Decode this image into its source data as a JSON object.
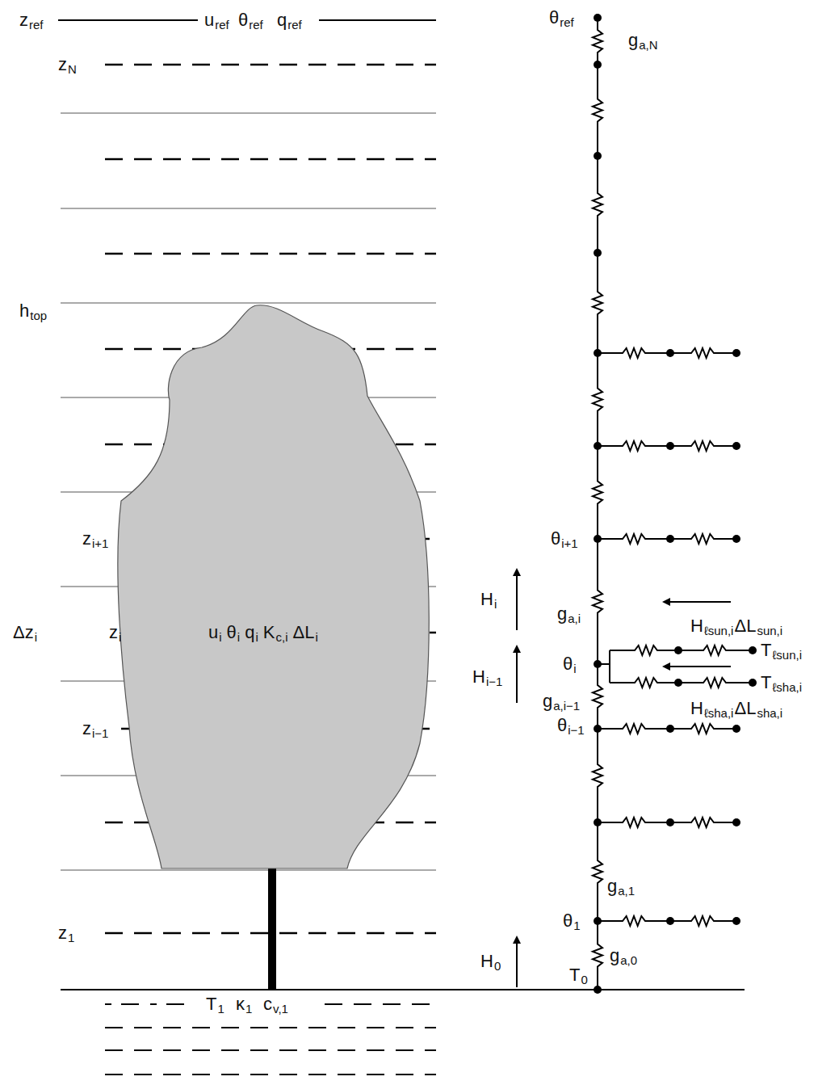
{
  "diagram": {
    "nodes": [
      {
        "text": [
          "u",
          "i",
          "θ",
          "i",
          "q",
          "i",
          "K",
          "c,i",
          "ΔL",
          "i"
        ]
      }
    ],
    "labels": [
      "z",
      "ref",
      "u",
      "ref",
      "θ",
      "ref",
      "q",
      "ref",
      "z",
      "N",
      "h",
      "top",
      "z",
      "i+1",
      "Δz",
      "i",
      "z",
      "i",
      "z",
      "i−1",
      "z",
      "1",
      "T",
      "1",
      "κ",
      "1",
      "c",
      "v,1",
      "θ",
      "ref",
      "g",
      "a,N",
      "θ",
      "i+1",
      "H",
      "i",
      "g",
      "a,i",
      "θ",
      "i",
      "H",
      "i−1",
      "g",
      "a,i−1",
      "θ",
      "i−1",
      "H",
      "ℓsun,i",
      "ΔL",
      "sun,i",
      "T",
      "ℓsun,i",
      "T",
      "ℓsha,i",
      "H",
      "ℓsha,i",
      "ΔL",
      "sha,i",
      "g",
      "a,1",
      "θ",
      "1",
      "g",
      "a,0",
      "T",
      "0",
      "H",
      "0"
    ]
  }
}
